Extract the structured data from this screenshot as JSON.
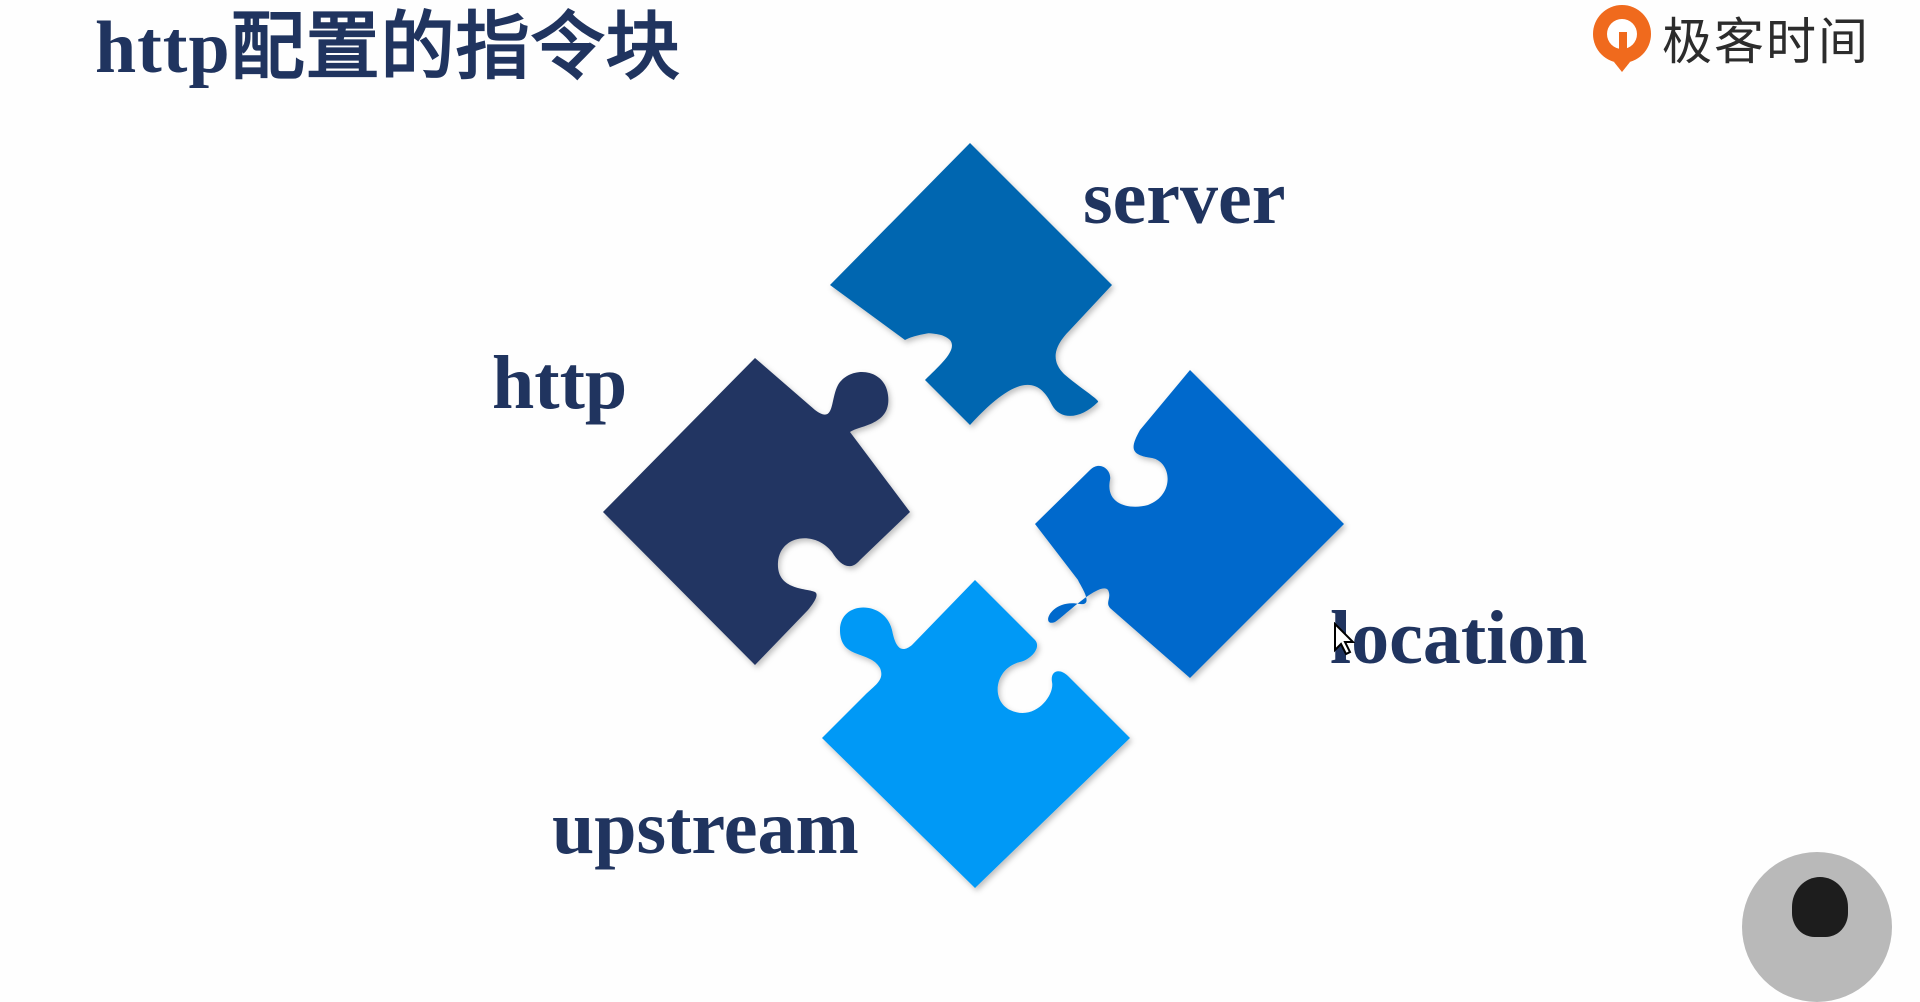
{
  "slide": {
    "title": "http配置的指令块"
  },
  "brand": {
    "name": "极客时间",
    "logo_icon": "geektime-logo-icon",
    "logo_color": "#f06a1d"
  },
  "pieces": [
    {
      "label": "server",
      "color": "#0066b0"
    },
    {
      "label": "http",
      "color": "#213462"
    },
    {
      "label": "location",
      "color": "#0169cc"
    },
    {
      "label": "upstream",
      "color": "#0299f6"
    }
  ],
  "colors": {
    "title": "#20345f",
    "label": "#20345f"
  }
}
